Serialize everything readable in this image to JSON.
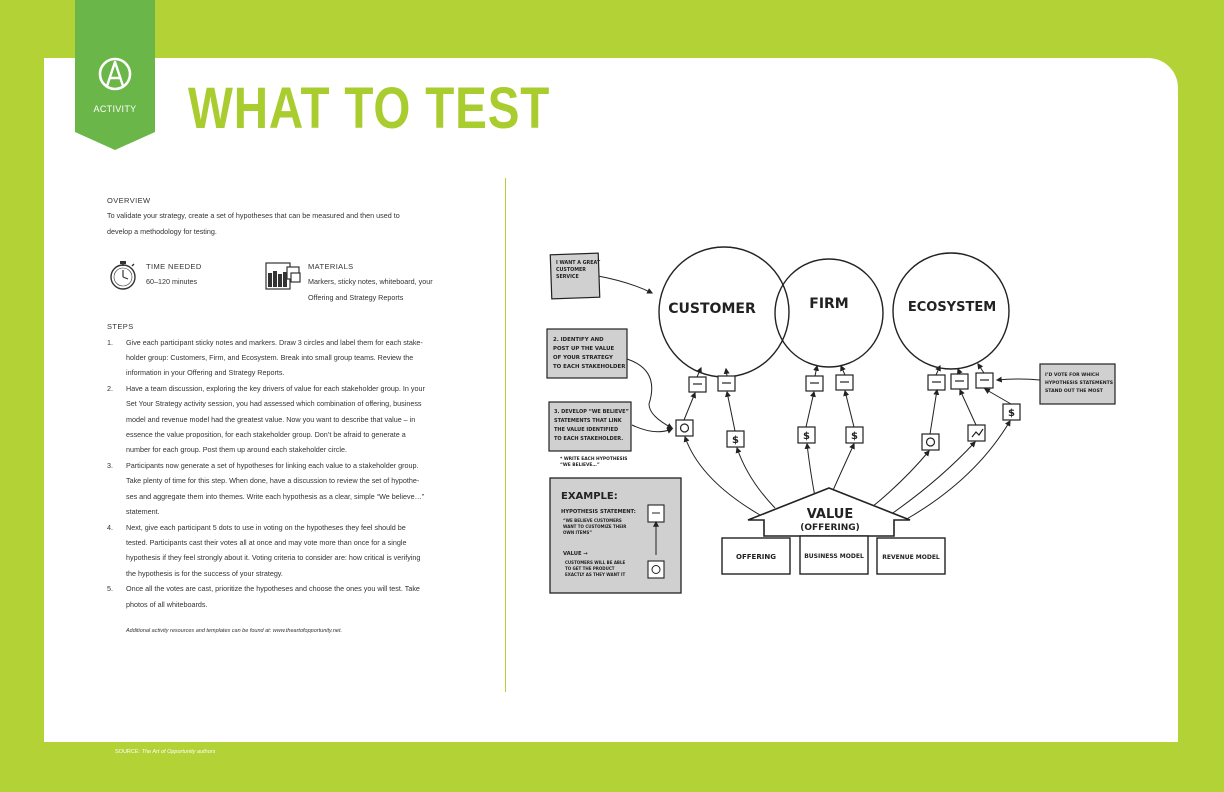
{
  "badge": {
    "label": "ACTIVITY",
    "logo_letter": "A",
    "icon": "activity-logo-icon"
  },
  "title": "WHAT TO TEST",
  "overview": {
    "heading": "OVERVIEW",
    "text_1": "To validate your strategy, create a set of hypotheses that can be measured and then used to",
    "text_2": "develop a methodology for testing."
  },
  "time": {
    "heading": "TIME NEEDED",
    "value": "60–120 minutes",
    "icon": "stopwatch-icon"
  },
  "materials": {
    "heading": "MATERIALS",
    "line_1": "Markers, sticky notes, whiteboard, your",
    "line_2": "Offering and Strategy Reports",
    "icon": "materials-icon"
  },
  "steps": {
    "heading": "STEPS",
    "items": [
      {
        "num": "1.",
        "lines": [
          "Give each participant sticky notes and markers. Draw 3 circles and label them for each stake-",
          "holder group: Customers, Firm, and Ecosystem. Break into small group teams. Review the",
          "information in your Offering and Strategy Reports."
        ]
      },
      {
        "num": "2.",
        "lines": [
          "Have a team discussion, exploring the key drivers of value for each stakeholder group. In your",
          "Set Your Strategy activity session, you had assessed which combination of offering, business",
          "model and revenue model had the greatest value. Now you want to describe that value – in",
          "essence the value proposition, for each stakeholder group. Don’t be afraid to generate a",
          "number for each group. Post them up around each stakeholder circle."
        ]
      },
      {
        "num": "3.",
        "lines": [
          "Participants now generate a set of hypotheses for linking each value to a stakeholder group.",
          "Take plenty of time for this step. When done, have a discussion to review the set of hypothe-",
          "ses and aggregate them into themes. Write each hypothesis as a clear, simple “We believe…”",
          "statement."
        ]
      },
      {
        "num": "4.",
        "lines": [
          "Next, give each participant 5 dots to use in voting on the hypotheses they feel should be",
          "tested. Participants cast their votes all at once and may vote more than once for a single",
          "hypothesis if they feel strongly about it. Voting criteria to consider are: how critical is verifying",
          "the hypothesis is for the success of your strategy."
        ]
      },
      {
        "num": "5.",
        "lines": [
          "Once all the votes are cast, prioritize the hypotheses and choose the ones you will test. Take",
          "photos of all whiteboards."
        ]
      }
    ],
    "note": "Additional activity resources and templates can be found at: www.theartofopportunity.net."
  },
  "diagram": {
    "circles": [
      "CUSTOMER",
      "FIRM",
      "ECOSYSTEM"
    ],
    "value_label": "VALUE",
    "value_sub": "(OFFERING)",
    "base_boxes": [
      "OFFERING",
      "BUSINESS MODEL",
      "REVENUE MODEL"
    ],
    "notes": {
      "top_left": [
        "I WANT A GREAT",
        "CUSTOMER",
        "SERVICE"
      ],
      "step2": [
        "2. IDENTIFY AND",
        "POST UP THE VALUE",
        "OF YOUR STRATEGY",
        "TO EACH STAKEHOLDER"
      ],
      "step3": [
        "3. DEVELOP “WE BELIEVE”",
        "STATEMENTS THAT LINK",
        "THE VALUE IDENTIFIED",
        "TO EACH STAKEHOLDER."
      ],
      "step3_foot": [
        "* WRITE EACH HYPOTHESIS",
        "“WE BELIEVE…”"
      ],
      "right": [
        "I’D VOTE FOR WHICH",
        "HYPOTHESIS STATEMENTS",
        "STAND OUT THE MOST"
      ]
    },
    "example": {
      "title": "EXAMPLE:",
      "sub": "HYPOTHESIS STATEMENT:",
      "belief": [
        "“WE BELIEVE CUSTOMERS",
        "WANT TO CUSTOMIZE THEIR",
        "OWN ITEMS”"
      ],
      "value_head": "VALUE →",
      "value_text": [
        "CUSTOMERS WILL BE ABLE",
        "TO GET THE PRODUCT",
        "EXACTLY AS THEY WANT IT"
      ]
    }
  },
  "source": {
    "label": "SOURCE:",
    "text": "The Art of Opportunity authors"
  }
}
